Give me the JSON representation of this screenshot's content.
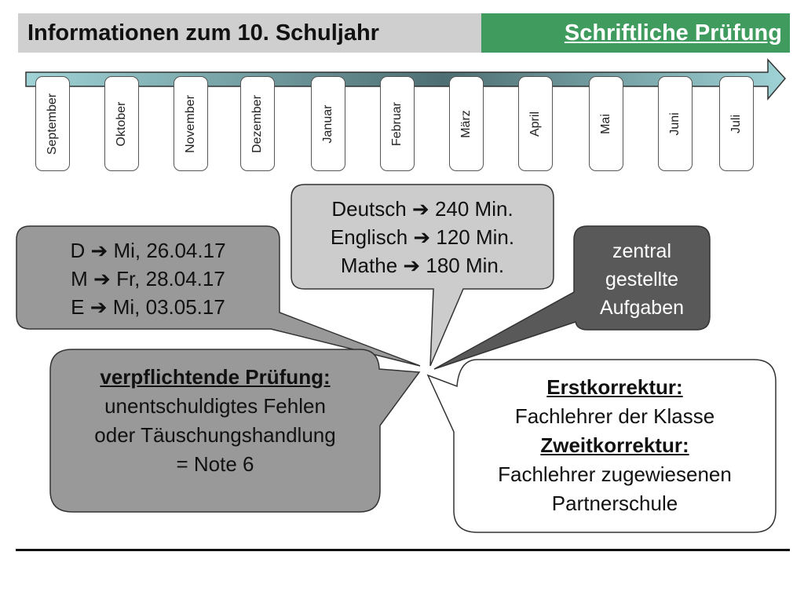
{
  "header": {
    "title": "Informationen zum 10. Schuljahr",
    "section": "Schriftliche Prüfung"
  },
  "timeline": {
    "months": [
      "September",
      "Oktober",
      "November",
      "Dezember",
      "Januar",
      "Februar",
      "März",
      "April",
      "Mai",
      "Juni",
      "Juli"
    ]
  },
  "callouts": {
    "durations": {
      "lines": [
        "Deutsch ➔ 240 Min.",
        "Englisch ➔ 120 Min.",
        "Mathe ➔ 180 Min."
      ]
    },
    "dates": {
      "lines": [
        "D ➔ Mi, 26.04.17",
        "M ➔ Fr, 28.04.17",
        "E ➔ Mi, 03.05.17"
      ]
    },
    "central": {
      "lines": [
        "zentral",
        "gestellte",
        "Aufgaben"
      ]
    },
    "mandatory": {
      "heading": "verpflichtende Prüfung:",
      "lines": [
        "unentschuldigtes Fehlen",
        "oder Täuschungshandlung",
        "= Note 6"
      ]
    },
    "correction": {
      "first_heading": "Erstkorrektur:",
      "first_text": "Fachlehrer der Klasse",
      "second_heading": "Zweitkorrektur:",
      "second_lines": [
        "Fachlehrer zugewiesenen",
        "Partnerschule"
      ]
    }
  },
  "colors": {
    "header_gray": "#cfcfcf",
    "header_green": "#3f9c5e",
    "bubble_light": "#cccccc",
    "bubble_mid": "#999999",
    "bubble_dark": "#595959",
    "bubble_white": "#ffffff"
  }
}
